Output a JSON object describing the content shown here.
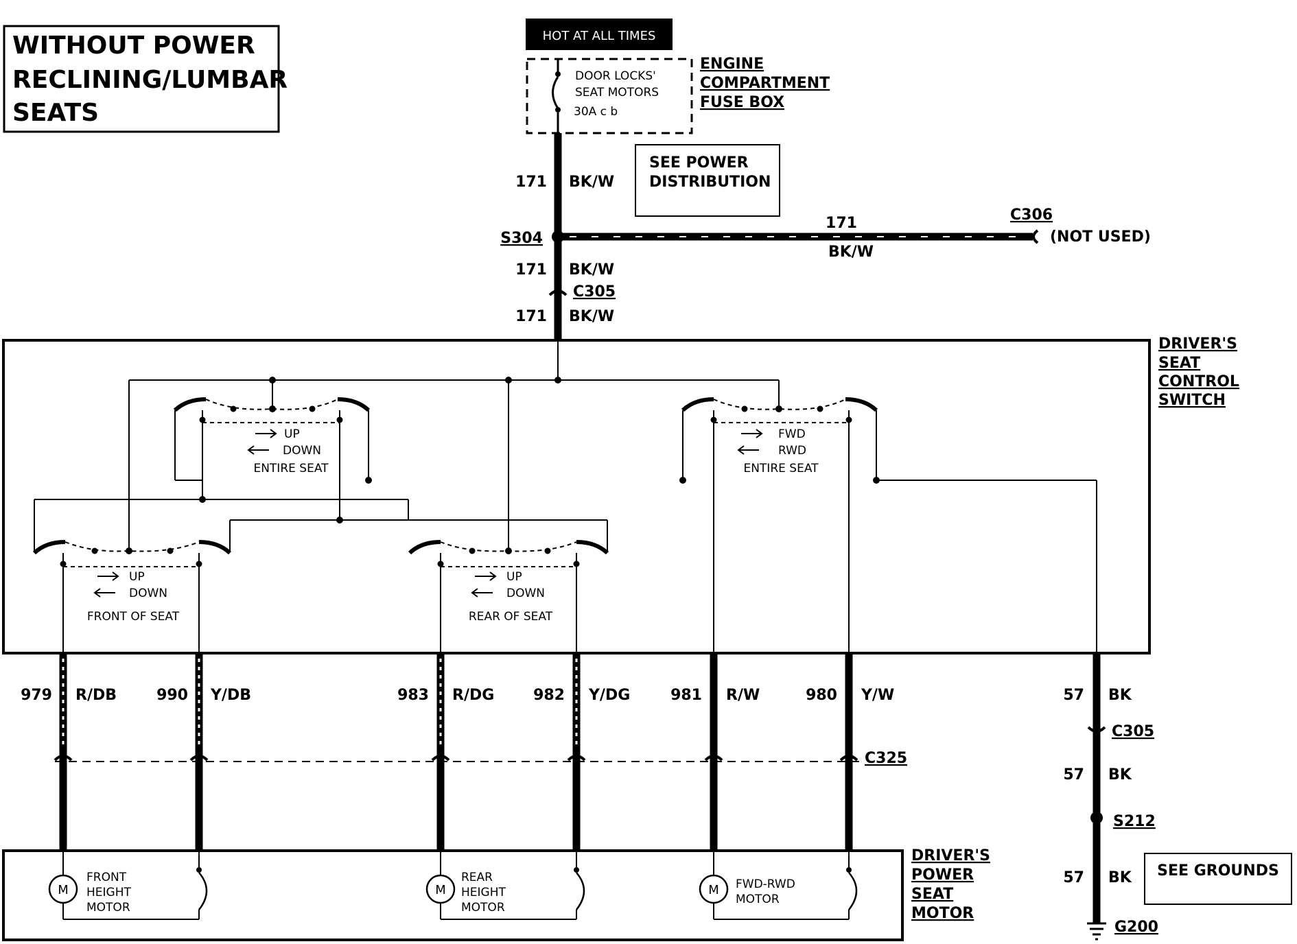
{
  "title_box": {
    "line1": "WITHOUT POWER",
    "line2": "RECLINING/LUMBAR",
    "line3": "SEATS"
  },
  "hot_banner": "HOT AT ALL TIMES",
  "fuse": {
    "line1": "DOOR LOCKS'",
    "line2": "SEAT MOTORS",
    "line3": "30A c b"
  },
  "fuse_box_label": [
    "ENGINE",
    "COMPARTMENT",
    "FUSE BOX"
  ],
  "see_power": [
    "SEE POWER",
    "DISTRIBUTION"
  ],
  "top_wire": {
    "circuit": "171",
    "color": "BK/W"
  },
  "splice_s304": "S304",
  "branch_wire": {
    "circuit": "171",
    "color": "BK/W",
    "connector": "C306",
    "note": "(NOT USED)"
  },
  "connector_c305": "C305",
  "switch_label": [
    "DRIVER'S",
    "SEAT",
    "CONTROL",
    "SWITCH"
  ],
  "switches": [
    {
      "arrow1": "UP",
      "arrow2": "DOWN",
      "name": "ENTIRE SEAT"
    },
    {
      "arrow1": "FWD",
      "arrow2": "RWD",
      "name": "ENTIRE SEAT"
    },
    {
      "arrow1": "UP",
      "arrow2": "DOWN",
      "name": "FRONT OF SEAT"
    },
    {
      "arrow1": "UP",
      "arrow2": "DOWN",
      "name": "REAR OF SEAT"
    }
  ],
  "wires": [
    {
      "circuit": "979",
      "color": "R/DB"
    },
    {
      "circuit": "990",
      "color": "Y/DB"
    },
    {
      "circuit": "983",
      "color": "R/DG"
    },
    {
      "circuit": "982",
      "color": "Y/DG"
    },
    {
      "circuit": "981",
      "color": "R/W"
    },
    {
      "circuit": "980",
      "color": "Y/W"
    }
  ],
  "connector_c325": "C325",
  "ground_wire": {
    "circuit": "57",
    "color": "BK"
  },
  "splice_s212": "S212",
  "ground_g200": "G200",
  "see_grounds": "SEE GROUNDS",
  "motor_box_label": [
    "DRIVER'S",
    "POWER",
    "SEAT",
    "MOTOR"
  ],
  "motors": [
    {
      "symbol": "M",
      "line1": "FRONT",
      "line2": "HEIGHT",
      "line3": "MOTOR"
    },
    {
      "symbol": "M",
      "line1": "REAR",
      "line2": "HEIGHT",
      "line3": "MOTOR"
    },
    {
      "symbol": "M",
      "line1": "FWD-RWD",
      "line2": "MOTOR",
      "line3": ""
    }
  ]
}
